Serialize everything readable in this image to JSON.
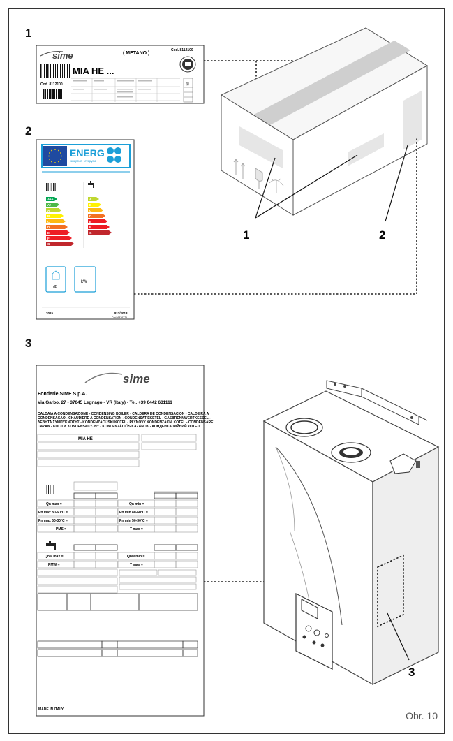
{
  "figure_label": "Obr. 10",
  "callouts": {
    "c1": "1",
    "c2": "2",
    "c3": "3"
  },
  "label1": {
    "brand": "sime",
    "gas": "( METANO )",
    "code": "Cod. 8112100",
    "model": "MIA HE ...",
    "barcode_code": "Cod. 8112100"
  },
  "label2": {
    "brand": "ENERG",
    "sub": "энергия · ενεργεια",
    "db": "dB",
    "kw": "kW",
    "year": "2015",
    "reg": "811/2013",
    "code": "Cod. 6326775",
    "classes_heating": [
      "A++",
      "A+",
      "A",
      "B",
      "C",
      "D",
      "E",
      "F",
      "G"
    ],
    "classes_water": [
      "A",
      "B",
      "C",
      "D",
      "E",
      "F",
      "G"
    ],
    "colors": [
      "#00a651",
      "#4cb848",
      "#bfd730",
      "#fff200",
      "#fdb913",
      "#f37021",
      "#ed1c24",
      "#ed1c24",
      "#c1272d"
    ]
  },
  "label3": {
    "brand": "sime",
    "company": "Fonderie SIME S.p.A.",
    "address": "Via Garbo, 27 - 37045 Legnago - VR (Italy) - Tel. +39 0442 631111",
    "desc1": "CALDAIA A CONDENSAZIONE - CONDENSING BOILER - CALDERA DE CONDENSACION - CALDEIRA A",
    "desc2": "CONDENSACAO - CHAUDIERE A CONDENSATION - CONDENSATIEKETEL - GASBRENNWERTKESSEL -",
    "desc3": "ΛΕΒΗΤΑ ΣΥΜΠΥΚΝΩΣΗΣ - KONDENZACIJSKI KOTEL - PLYNOVÝ KONDENZAČNÍ KOTEL - CONDENSARE",
    "desc4": "CAZAN - KOCIOŁ KONDENSACYJNY - KONDENZÁCIÓS KAZÁNOK - КОНДЕНСАЦИЙНИЙ КОТЕЛ",
    "model": "MIA HE",
    "qn_max": "Qn max =",
    "qn_min": "Qn min =",
    "pn_max_80": "Pn max 80-60°C =",
    "pn_min_80": "Pn min 80-60°C =",
    "pn_max_50": "Pn max 50-30°C =",
    "pn_min_50": "Pn min 50-30°C =",
    "pms": "PMS =",
    "tmax1": "T max =",
    "qnw_max": "Qnw max =",
    "qnw_min": "Qnw min =",
    "pmw": "PMW =",
    "tmax2": "T max =",
    "made_in": "MADE IN ITALY"
  }
}
